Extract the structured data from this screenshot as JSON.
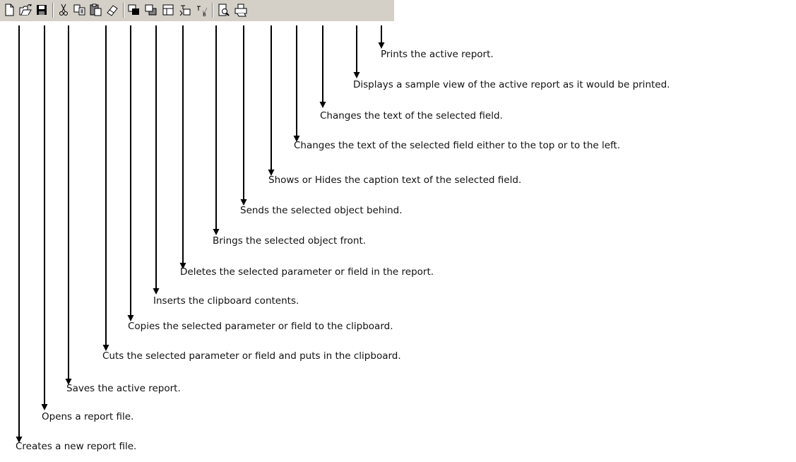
{
  "toolbar": {
    "items": [
      {
        "icon": "new-file-icon",
        "label": "Creates a new report file."
      },
      {
        "icon": "open-folder-icon",
        "label": "Opens a report file."
      },
      {
        "icon": "save-disk-icon",
        "label": "Saves the active report."
      },
      {
        "icon": "cut-scissors-icon",
        "label": "Cuts the selected parameter or field and puts in the clipboard."
      },
      {
        "icon": "copy-icon",
        "label": "Copies the selected parameter or field to the clipboard."
      },
      {
        "icon": "paste-clipboard-icon",
        "label": "Inserts the clipboard contents."
      },
      {
        "icon": "eraser-icon",
        "label": "Deletes the selected parameter or field in the report."
      },
      {
        "icon": "bring-to-front-icon",
        "label": "Brings the selected object front."
      },
      {
        "icon": "send-to-back-icon",
        "label": "Sends the selected object behind."
      },
      {
        "icon": "caption-toggle-icon",
        "label": "Shows or Hides the caption text of the selected field."
      },
      {
        "icon": "caption-position-icon",
        "label": "Changes the text of the selected field either to the top or to the left."
      },
      {
        "icon": "caption-text-icon",
        "label": "Changes the text of the selected field."
      },
      {
        "icon": "print-preview-icon",
        "label": "Displays a sample view of the active report as it would be printed."
      },
      {
        "icon": "printer-icon",
        "label": "Prints the active report."
      }
    ]
  }
}
